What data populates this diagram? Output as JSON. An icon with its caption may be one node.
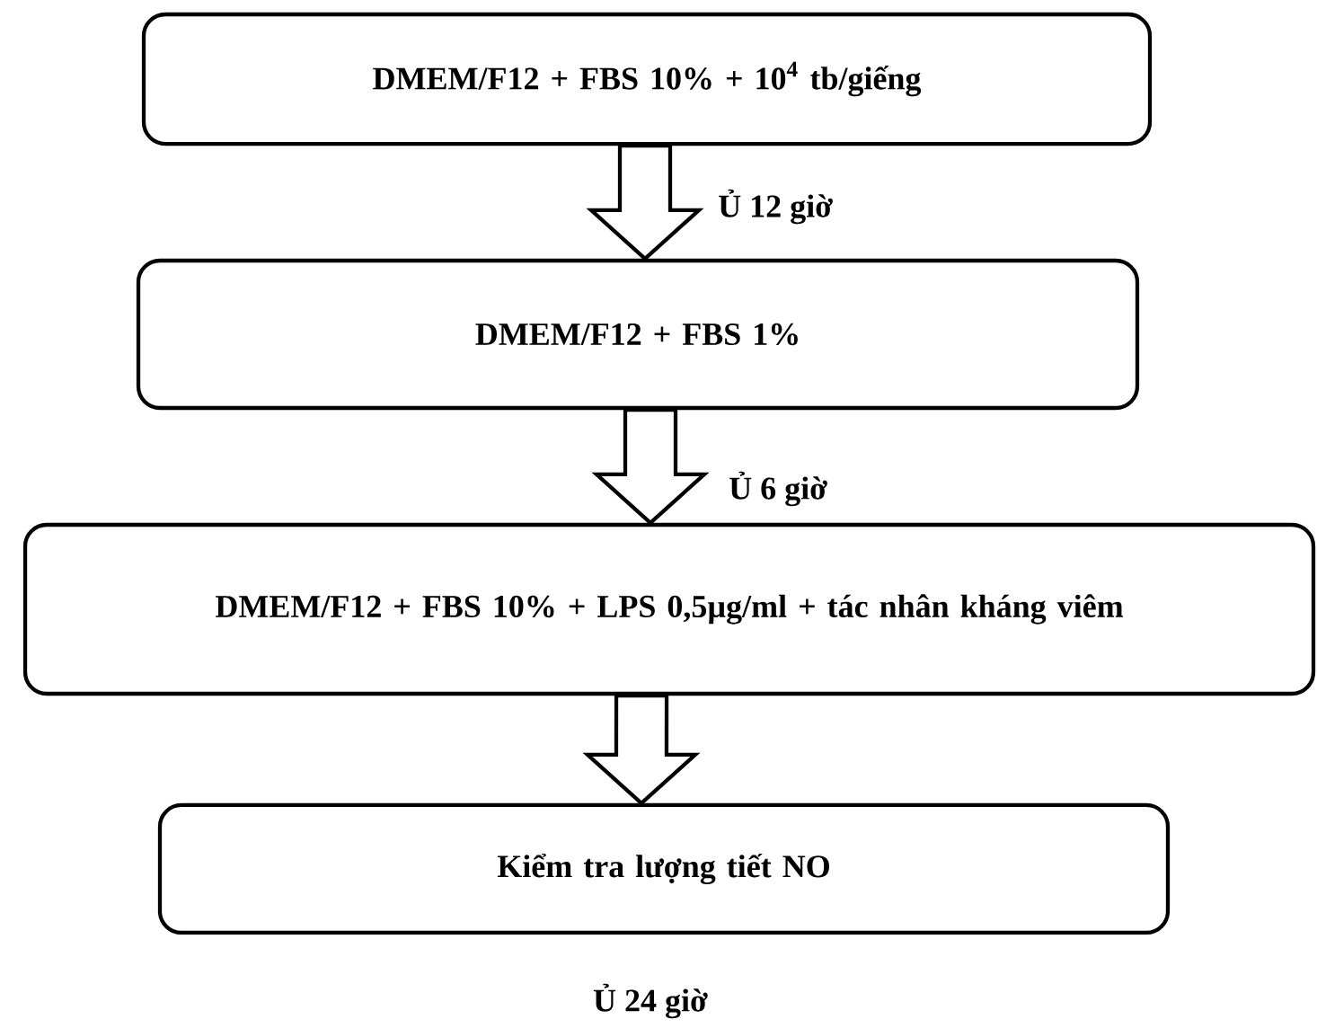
{
  "diagram": {
    "nodes": [
      {
        "text": [
          "DMEM/F12 + FBS 10% + 10$^{4}$ tb/giếng"
        ]
      },
      {
        "text": [
          "DMEM/F12 + FBS 1%"
        ]
      },
      {
        "text": [
          "DMEM/F12 + FBS 10% + LPS 0,5µg/ml + tác nhân kháng viêm"
        ]
      },
      {
        "text": [
          "Kiểm tra lượng tiết NO"
        ]
      }
    ],
    "edges": [
      {
        "from": 0,
        "to": 1,
        "arrow": "to",
        "label": "Ủ 12 giờ"
      },
      {
        "from": 1,
        "to": 2,
        "arrow": "to",
        "label": "Ủ 6 giờ"
      },
      {
        "from": 2,
        "to": 3,
        "arrow": "to"
      }
    ],
    "labels": [
      "Ủ 24 giờ"
    ]
  }
}
